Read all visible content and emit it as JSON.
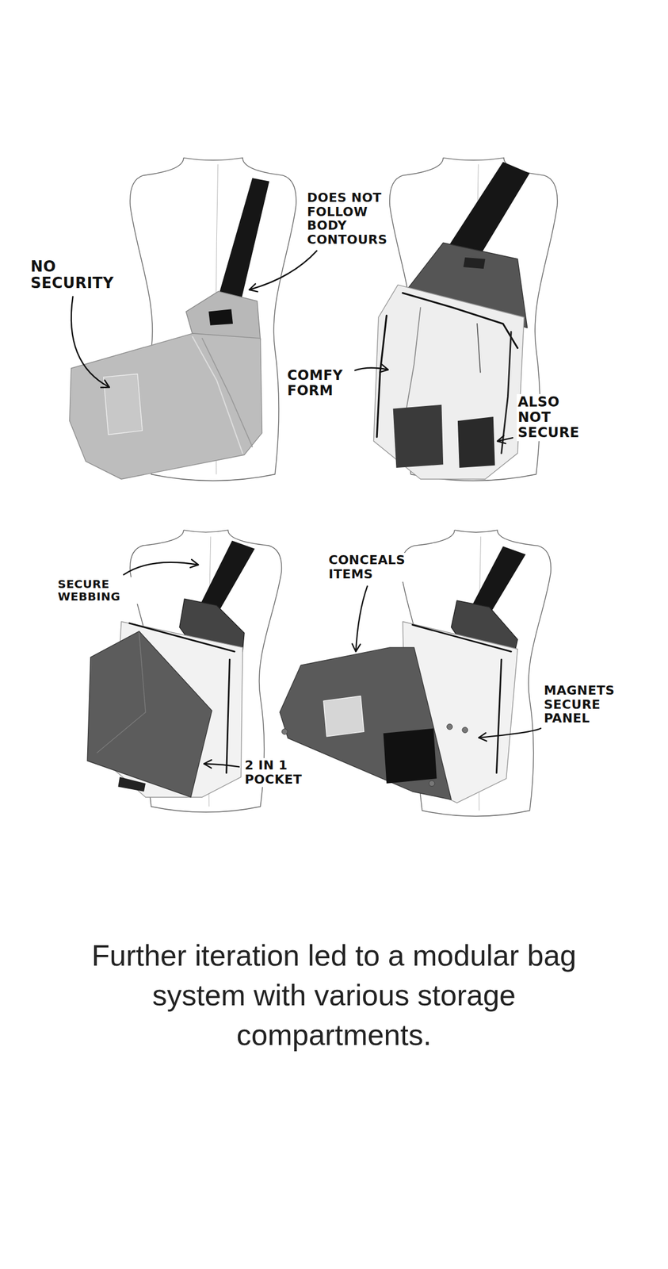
{
  "diagram": {
    "caption": "Further iteration led to a modular bag system with various storage compartments.",
    "labels": [
      "NO SECURITY",
      "DOES NOT FOLLOW BODY CONTOURS",
      "COMFY FORM",
      "ALSO NOT SECURE",
      "SECURE WEBBING",
      "CONCEALS ITEMS",
      "MAGNETS SECURE PANEL",
      "2 IN 1 POCKET"
    ]
  }
}
